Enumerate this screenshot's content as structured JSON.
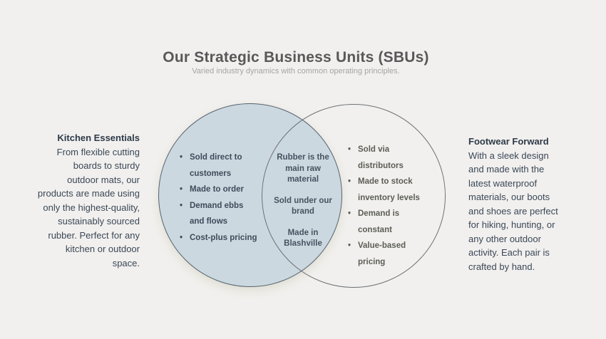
{
  "header": {
    "title": "Our Strategic Business Units (SBUs)",
    "subtitle": "Varied industry dynamics with common operating principles."
  },
  "left_panel": {
    "heading": "Kitchen Essentials",
    "body": "From flexible cutting\nboards to sturdy\noutdoor mats, our\nproducts are made using\nonly the highest-quality,\nsustainably sourced\nrubber. Perfect for any\nkitchen or outdoor\nspace."
  },
  "right_panel": {
    "heading": "Footwear Forward",
    "body": "With a sleek design\nand made with the\nlatest waterproof\nmaterials, our boots\nand shoes are perfect\nfor hiking, hunting, or\nany other outdoor\nactivity. Each pair is\ncrafted by hand."
  },
  "venn": {
    "left_circle": {
      "items": [
        "Sold direct to\ncustomers",
        "Made to order",
        "Demand ebbs\nand flows",
        "Cost-plus pricing"
      ]
    },
    "overlap": {
      "items": [
        "Rubber is the\nmain raw\nmaterial",
        "Sold under our\nbrand",
        "Made in\nBlashville"
      ]
    },
    "right_circle": {
      "items": [
        "Sold via\ndistributors",
        "Made to stock\ninventory levels",
        "Demand is\nconstant",
        "Value-based\npricing"
      ]
    }
  },
  "colors": {
    "background": "#f1f0ee",
    "left_circle_fill": "#ccd8e0",
    "left_circle_stroke": "#56636f",
    "right_circle_stroke": "#6c7074",
    "left_list_text": "#3e4b5a",
    "right_list_text": "#5c5e56",
    "overlap_text": "#46525f",
    "side_text": "#3b4757",
    "title_text": "#58585a",
    "subtitle_text": "#a5a4a2"
  }
}
